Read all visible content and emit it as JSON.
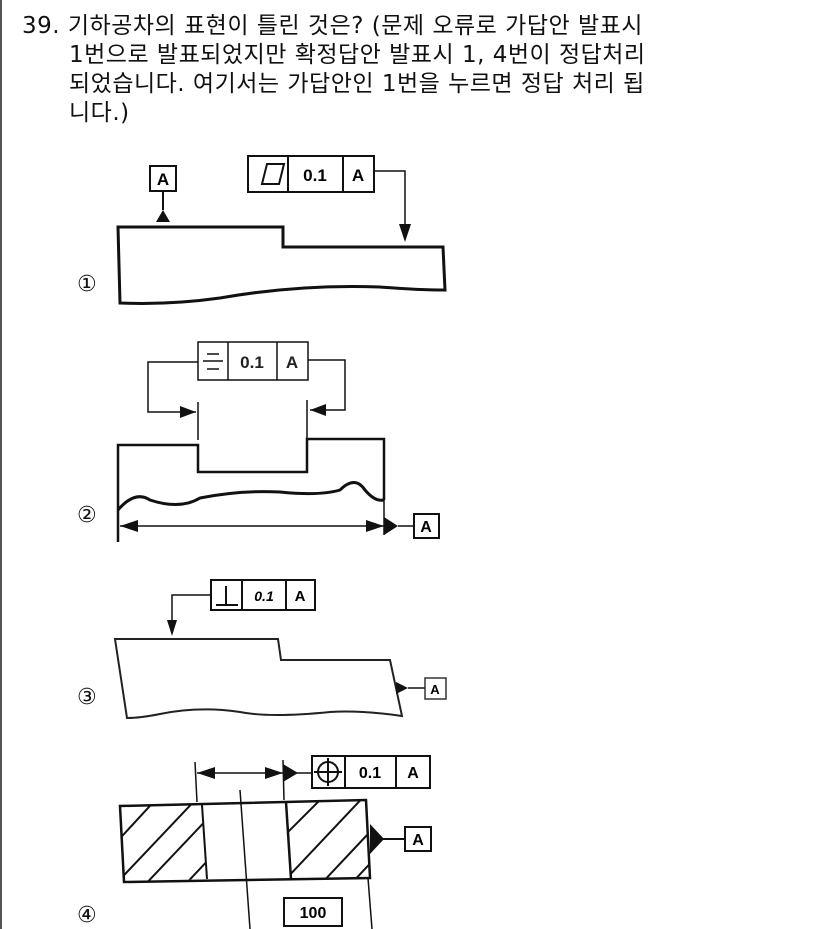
{
  "question": {
    "number": "39.",
    "lines": [
      "기하공차의 표현이 틀린 것은? (문제 오류로 가답안 발표시",
      "1번으로 발표되었지만 확정답안 발표시 1, 4번이 정답처리",
      "되었습니다. 여기서는 가답안인 1번을 누르면 정답 처리 됩",
      "니다.)"
    ]
  },
  "options": [
    {
      "label": "①",
      "frame": {
        "symbol": "flatness-icon",
        "tolerance": "0.1",
        "datum": "A"
      },
      "datum_label": "A"
    },
    {
      "label": "②",
      "frame": {
        "symbol": "symmetry-icon",
        "tolerance": "0.1",
        "datum": "A"
      },
      "datum_label": "A"
    },
    {
      "label": "③",
      "frame": {
        "symbol": "perpendicularity-icon",
        "tolerance": "0.1",
        "datum": "A"
      },
      "datum_label": "A"
    },
    {
      "label": "④",
      "frame": {
        "symbol": "position-icon",
        "tolerance": "0.1",
        "datum": "A"
      },
      "datum_label": "A",
      "dimension": "100"
    }
  ]
}
